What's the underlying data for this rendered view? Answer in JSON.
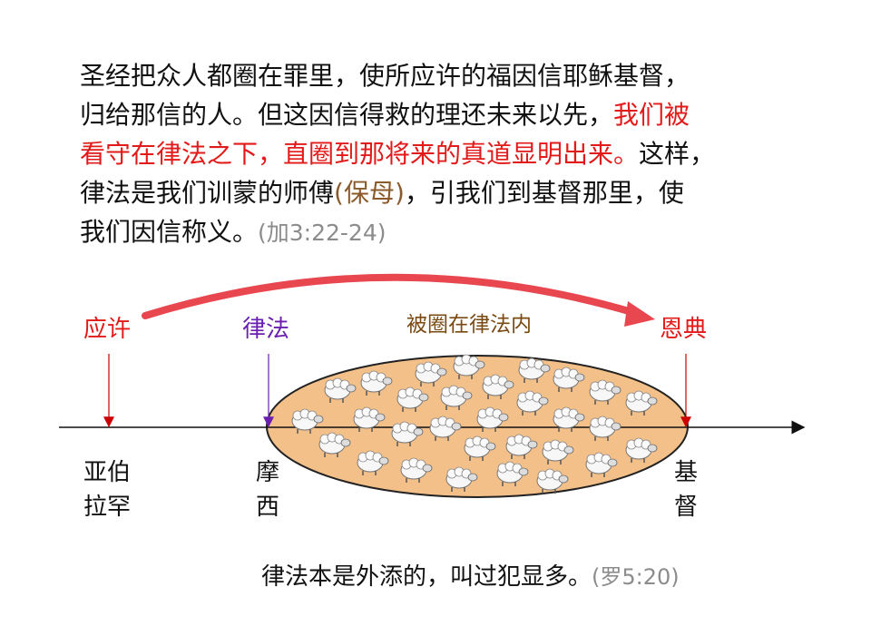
{
  "passage": {
    "lines": [
      {
        "parts": [
          {
            "text": "圣经把众人都圈在罪里，使所应许的福因信耶稣基督，",
            "style": "normal"
          }
        ]
      },
      {
        "parts": [
          {
            "text": "归给那信的人。但这因信得救的理还未来以先，",
            "style": "normal"
          },
          {
            "text": "我们被",
            "style": "red"
          }
        ]
      },
      {
        "parts": [
          {
            "text": "看守在律法之下，直圈到那将来的真道显明出来。",
            "style": "red"
          },
          {
            "text": "这样，",
            "style": "normal"
          }
        ]
      },
      {
        "parts": [
          {
            "text": "律法是我们训蒙的师傅",
            "style": "normal"
          },
          {
            "text": "(保母)",
            "style": "brown"
          },
          {
            "text": "，引我们到基督那里，使",
            "style": "normal"
          }
        ]
      },
      {
        "parts": [
          {
            "text": "我们因信称义。",
            "style": "normal"
          },
          {
            "text": "(加3:22-24)",
            "style": "gray"
          }
        ]
      }
    ]
  },
  "timeline": {
    "labels": {
      "promise": "应许",
      "law": "律法",
      "enclosed": "被圈在律法内",
      "grace": "恩典"
    },
    "points": {
      "abraham": [
        "亚伯",
        "拉罕"
      ],
      "moses": [
        "摩",
        "西"
      ],
      "christ": [
        "基",
        "督"
      ]
    },
    "colors": {
      "promise": "#e21a1a",
      "law": "#6a1fb0",
      "enclosed": "#7a4a12",
      "grace": "#e21a1a",
      "arrow": "#e8474f",
      "ellipse_fill": "#f4c08a"
    },
    "sheep_icon": "sheep-icon"
  },
  "footer": {
    "text": "律法本是外添的，叫过犯显多。",
    "ref": "(罗5:20)"
  }
}
